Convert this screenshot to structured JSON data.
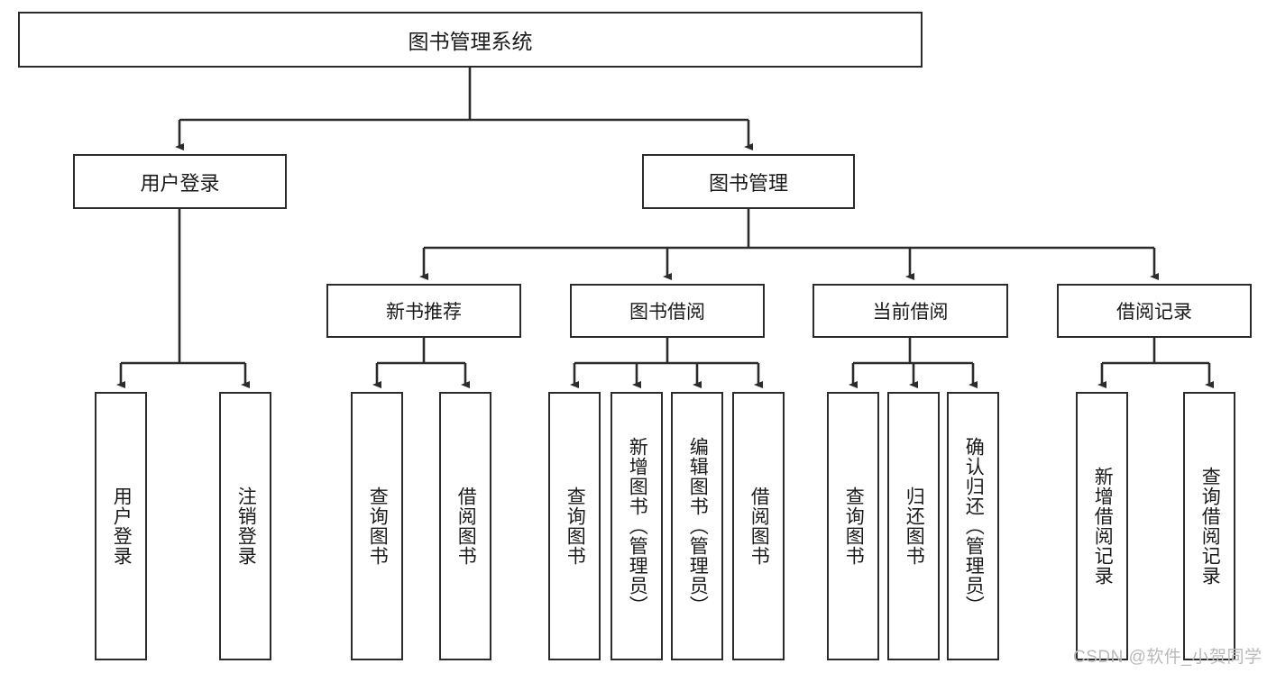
{
  "diagram": {
    "type": "tree",
    "title": "图书管理系统",
    "root": {
      "id": "root",
      "label": "图书管理系统"
    },
    "level2": [
      {
        "id": "user-login",
        "label": "用户登录"
      },
      {
        "id": "book-manage",
        "label": "图书管理"
      }
    ],
    "level3": [
      {
        "id": "new-book-recommend",
        "label": "新书推荐"
      },
      {
        "id": "book-borrow",
        "label": "图书借阅"
      },
      {
        "id": "current-borrow",
        "label": "当前借阅"
      },
      {
        "id": "borrow-record",
        "label": "借阅记录"
      }
    ],
    "leaves": {
      "user_login": [
        {
          "id": "leaf-user-login",
          "label": "用户登录"
        },
        {
          "id": "leaf-logout",
          "label": "注销登录"
        }
      ],
      "new_book_recommend": [
        {
          "id": "leaf-query-book-1",
          "label": "查询图书"
        },
        {
          "id": "leaf-borrow-book-1",
          "label": "借阅图书"
        }
      ],
      "book_borrow": [
        {
          "id": "leaf-query-book-2",
          "label": "查询图书"
        },
        {
          "id": "leaf-add-book",
          "label": "新增图书（管理员）"
        },
        {
          "id": "leaf-edit-book",
          "label": "编辑图书（管理员）"
        },
        {
          "id": "leaf-borrow-book-2",
          "label": "借阅图书"
        }
      ],
      "current_borrow": [
        {
          "id": "leaf-query-book-3",
          "label": "查询图书"
        },
        {
          "id": "leaf-return-book",
          "label": "归还图书"
        },
        {
          "id": "leaf-confirm-return",
          "label": "确认归还（管理员）"
        }
      ],
      "borrow_record": [
        {
          "id": "leaf-add-record",
          "label": "新增借阅记录"
        },
        {
          "id": "leaf-query-record",
          "label": "查询借阅记录"
        }
      ]
    }
  },
  "watermark": {
    "text": "CSDN @软件_小贺同学"
  },
  "colors": {
    "stroke": "#2b2b2b",
    "background": "#ffffff",
    "text": "#1a1a1a",
    "watermark": "#b9b9b9"
  }
}
